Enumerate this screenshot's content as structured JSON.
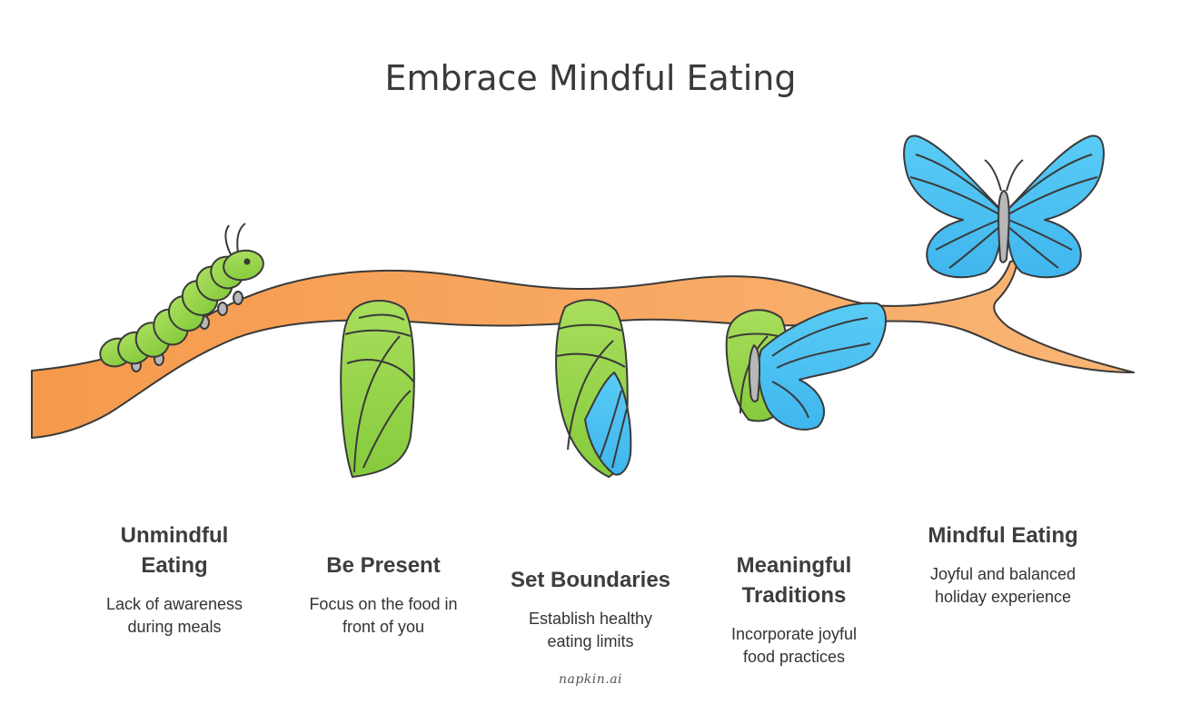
{
  "title": "Embrace Mindful Eating",
  "stages": [
    {
      "heading": "Unmindful Eating",
      "heading_lines": [
        "Unmindful",
        "Eating"
      ],
      "description_lines": [
        "Lack of awareness",
        "during meals"
      ]
    },
    {
      "heading": "Be Present",
      "heading_lines": [
        "Be Present"
      ],
      "description_lines": [
        "Focus on the food in",
        "front of you"
      ]
    },
    {
      "heading": "Set Boundaries",
      "heading_lines": [
        "Set Boundaries"
      ],
      "description_lines": [
        "Establish healthy",
        "eating limits"
      ]
    },
    {
      "heading": "Meaningful Traditions",
      "heading_lines": [
        "Meaningful",
        "Traditions"
      ],
      "description_lines": [
        "Incorporate joyful",
        "food practices"
      ]
    },
    {
      "heading": "Mindful Eating",
      "heading_lines": [
        "Mindful Eating"
      ],
      "description_lines": [
        "Joyful and balanced",
        "holiday experience"
      ]
    }
  ],
  "watermark": "napkin.ai",
  "icons": [
    "caterpillar-icon",
    "chrysalis-icon",
    "chrysalis-emerging-icon",
    "butterfly-emerging-icon",
    "butterfly-icon"
  ],
  "colors": {
    "branch": "#F7A35C",
    "leaf_green": "#96D54B",
    "wing_blue": "#4FC3F2",
    "outline": "#3a3a3a"
  }
}
